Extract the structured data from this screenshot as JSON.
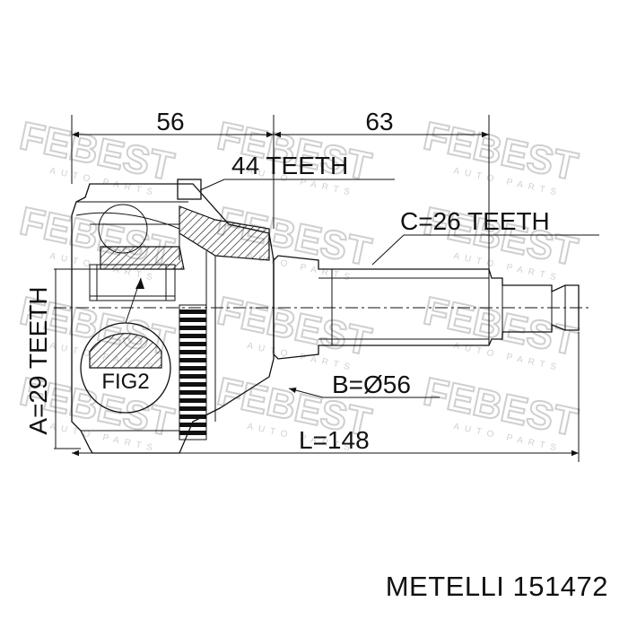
{
  "diagram": {
    "dimensions": {
      "left_width": "56",
      "right_width": "63",
      "outer_teeth": "44 TEETH",
      "spline_c": "C=26 TEETH",
      "inner_teeth_a": "A=29 TEETH",
      "diameter_b": "B=Ø56",
      "length_l": "L=148",
      "detail": "FIG2"
    },
    "watermark": {
      "brand": "FEBEST",
      "sub": "AUTO PARTS"
    }
  },
  "caption": {
    "brand": "METELLI",
    "part_number": "151472"
  }
}
